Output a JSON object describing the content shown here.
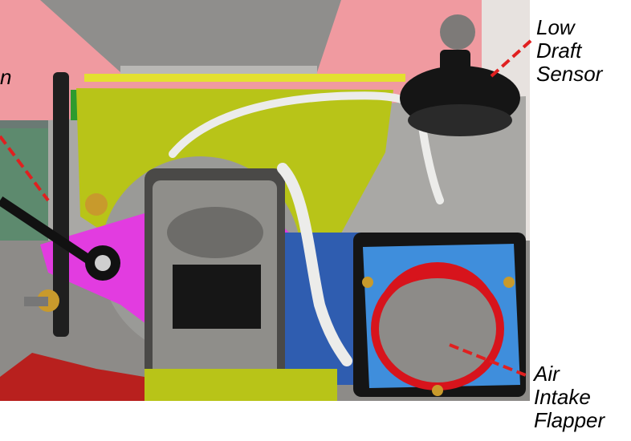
{
  "labels": {
    "low_draft_sensor": "Low\nDraft\nSensor",
    "air_intake_flapper": "Air\nIntake\nFlapper",
    "partial_left_label": "n"
  },
  "colors": {
    "pink_housing": "#f09aa0",
    "hopper_gray": "#8f8e8c",
    "yellow_green_bracket": "#b8c418",
    "magenta_arm": "#e23ce0",
    "blue_panel": "#2f5db0",
    "intake_blue": "#3f8edc",
    "flapper_red": "#d7141c",
    "callout_line": "#e02020",
    "sensor_black": "#151515",
    "tube_white": "#ececea",
    "base_red": "#b8201e"
  }
}
